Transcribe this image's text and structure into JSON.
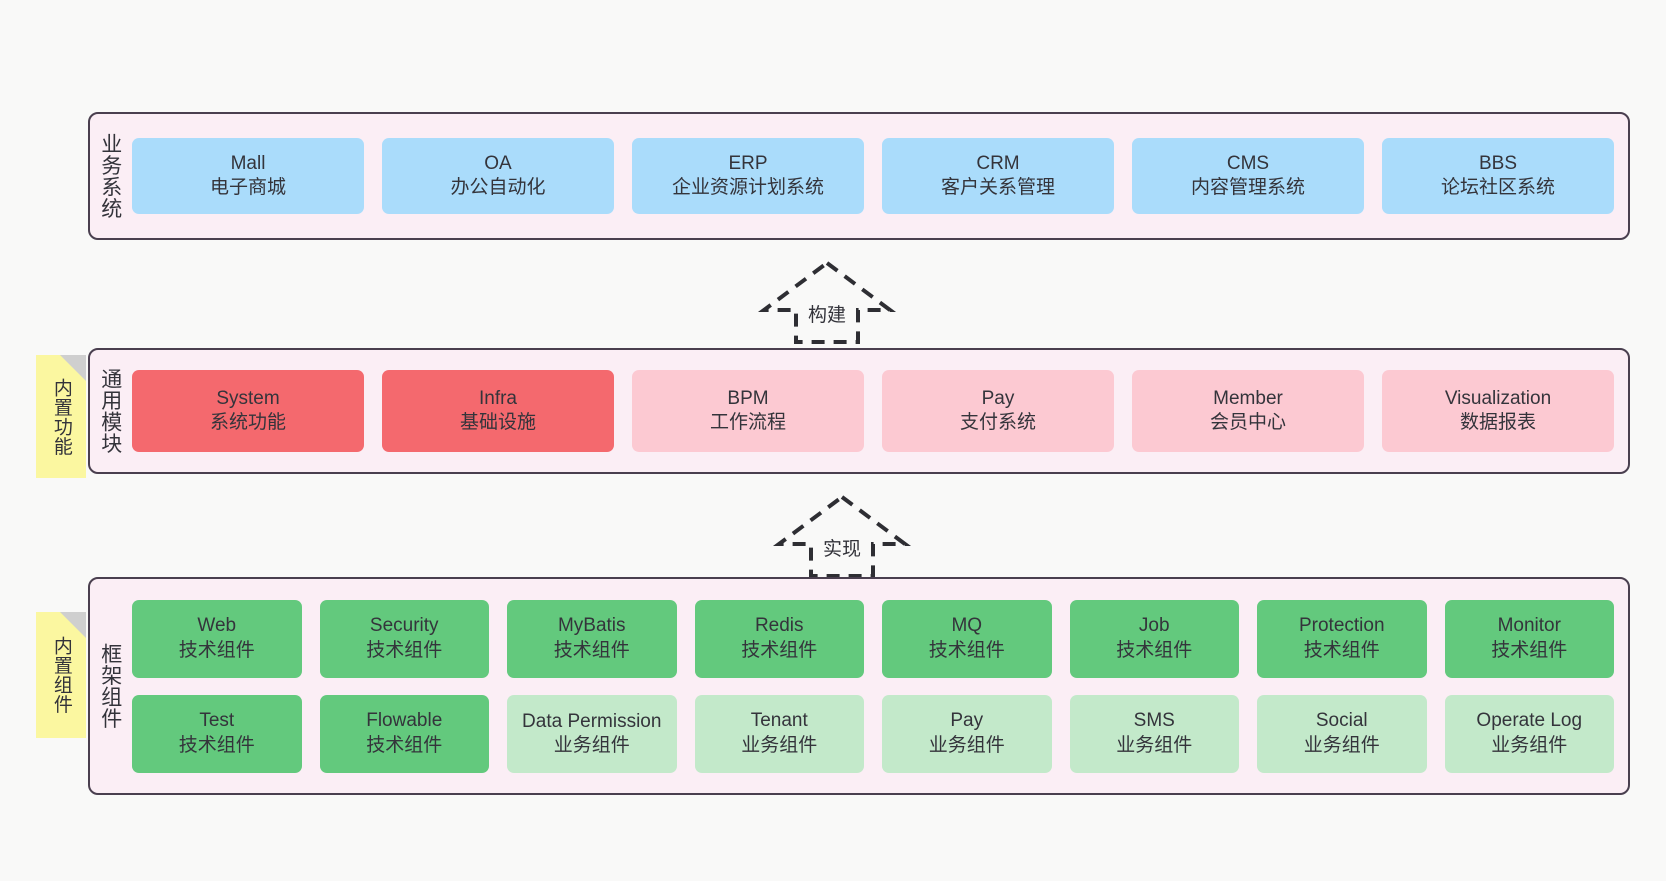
{
  "sections": [
    {
      "id": "business-systems",
      "title": "业务系统",
      "rows": [
        {
          "cards": [
            {
              "name": "mall",
              "color": "c-blue",
              "line1": "Mall",
              "line2": "电子商城"
            },
            {
              "name": "oa",
              "color": "c-blue",
              "line1": "OA",
              "line2": "办公自动化"
            },
            {
              "name": "erp",
              "color": "c-blue",
              "line1": "ERP",
              "line2": "企业资源计划系统"
            },
            {
              "name": "crm",
              "color": "c-blue",
              "line1": "CRM",
              "line2": "客户关系管理"
            },
            {
              "name": "cms",
              "color": "c-blue",
              "line1": "CMS",
              "line2": "内容管理系统"
            },
            {
              "name": "bbs",
              "color": "c-blue",
              "line1": "BBS",
              "line2": "论坛社区系统"
            }
          ]
        }
      ]
    },
    {
      "id": "common-modules",
      "title": "通用模块",
      "sticky": "内置功能",
      "rows": [
        {
          "cards": [
            {
              "name": "system",
              "color": "c-red",
              "line1": "System",
              "line2": "系统功能"
            },
            {
              "name": "infra",
              "color": "c-red",
              "line1": "Infra",
              "line2": "基础设施"
            },
            {
              "name": "bpm",
              "color": "c-pink",
              "line1": "BPM",
              "line2": "工作流程"
            },
            {
              "name": "pay",
              "color": "c-pink",
              "line1": "Pay",
              "line2": "支付系统"
            },
            {
              "name": "member",
              "color": "c-pink",
              "line1": "Member",
              "line2": "会员中心"
            },
            {
              "name": "visualization",
              "color": "c-pink",
              "line1": "Visualization",
              "line2": "数据报表"
            }
          ]
        }
      ]
    },
    {
      "id": "framework-components",
      "title": "框架组件",
      "sticky": "内置组件",
      "rows": [
        {
          "cards": [
            {
              "name": "web",
              "color": "c-green",
              "line1": "Web",
              "line2": "技术组件"
            },
            {
              "name": "security",
              "color": "c-green",
              "line1": "Security",
              "line2": "技术组件"
            },
            {
              "name": "mybatis",
              "color": "c-green",
              "line1": "MyBatis",
              "line2": "技术组件"
            },
            {
              "name": "redis",
              "color": "c-green",
              "line1": "Redis",
              "line2": "技术组件"
            },
            {
              "name": "mq",
              "color": "c-green",
              "line1": "MQ",
              "line2": "技术组件"
            },
            {
              "name": "job",
              "color": "c-green",
              "line1": "Job",
              "line2": "技术组件"
            },
            {
              "name": "protection",
              "color": "c-green",
              "line1": "Protection",
              "line2": "技术组件"
            },
            {
              "name": "monitor",
              "color": "c-green",
              "line1": "Monitor",
              "line2": "技术组件"
            }
          ]
        },
        {
          "cards": [
            {
              "name": "test",
              "color": "c-green",
              "line1": "Test",
              "line2": "技术组件"
            },
            {
              "name": "flowable",
              "color": "c-green",
              "line1": "Flowable",
              "line2": "技术组件"
            },
            {
              "name": "data-permission",
              "color": "c-lightgreen",
              "line1": "Data Permission",
              "line2": "业务组件"
            },
            {
              "name": "tenant",
              "color": "c-lightgreen",
              "line1": "Tenant",
              "line2": "业务组件"
            },
            {
              "name": "pay-component",
              "color": "c-lightgreen",
              "line1": "Pay",
              "line2": "业务组件"
            },
            {
              "name": "sms",
              "color": "c-lightgreen",
              "line1": "SMS",
              "line2": "业务组件"
            },
            {
              "name": "social",
              "color": "c-lightgreen",
              "line1": "Social",
              "line2": "业务组件"
            },
            {
              "name": "operate-log",
              "color": "c-lightgreen",
              "line1": "Operate Log",
              "line2": "业务组件"
            }
          ]
        }
      ]
    }
  ],
  "arrows": [
    {
      "name": "build-arrow",
      "label": "构建"
    },
    {
      "name": "implement-arrow",
      "label": "实现"
    }
  ],
  "colors": {
    "section_fill": "#fbeef5",
    "section_border": "#4a3f4f",
    "blue": "#aadcfb",
    "red": "#f4696e",
    "pink": "#fcc9d2",
    "green": "#63c97d",
    "light_green": "#c3e9ca",
    "sticky_yellow": "#fbf7a0",
    "background": "#f9f9f8"
  }
}
